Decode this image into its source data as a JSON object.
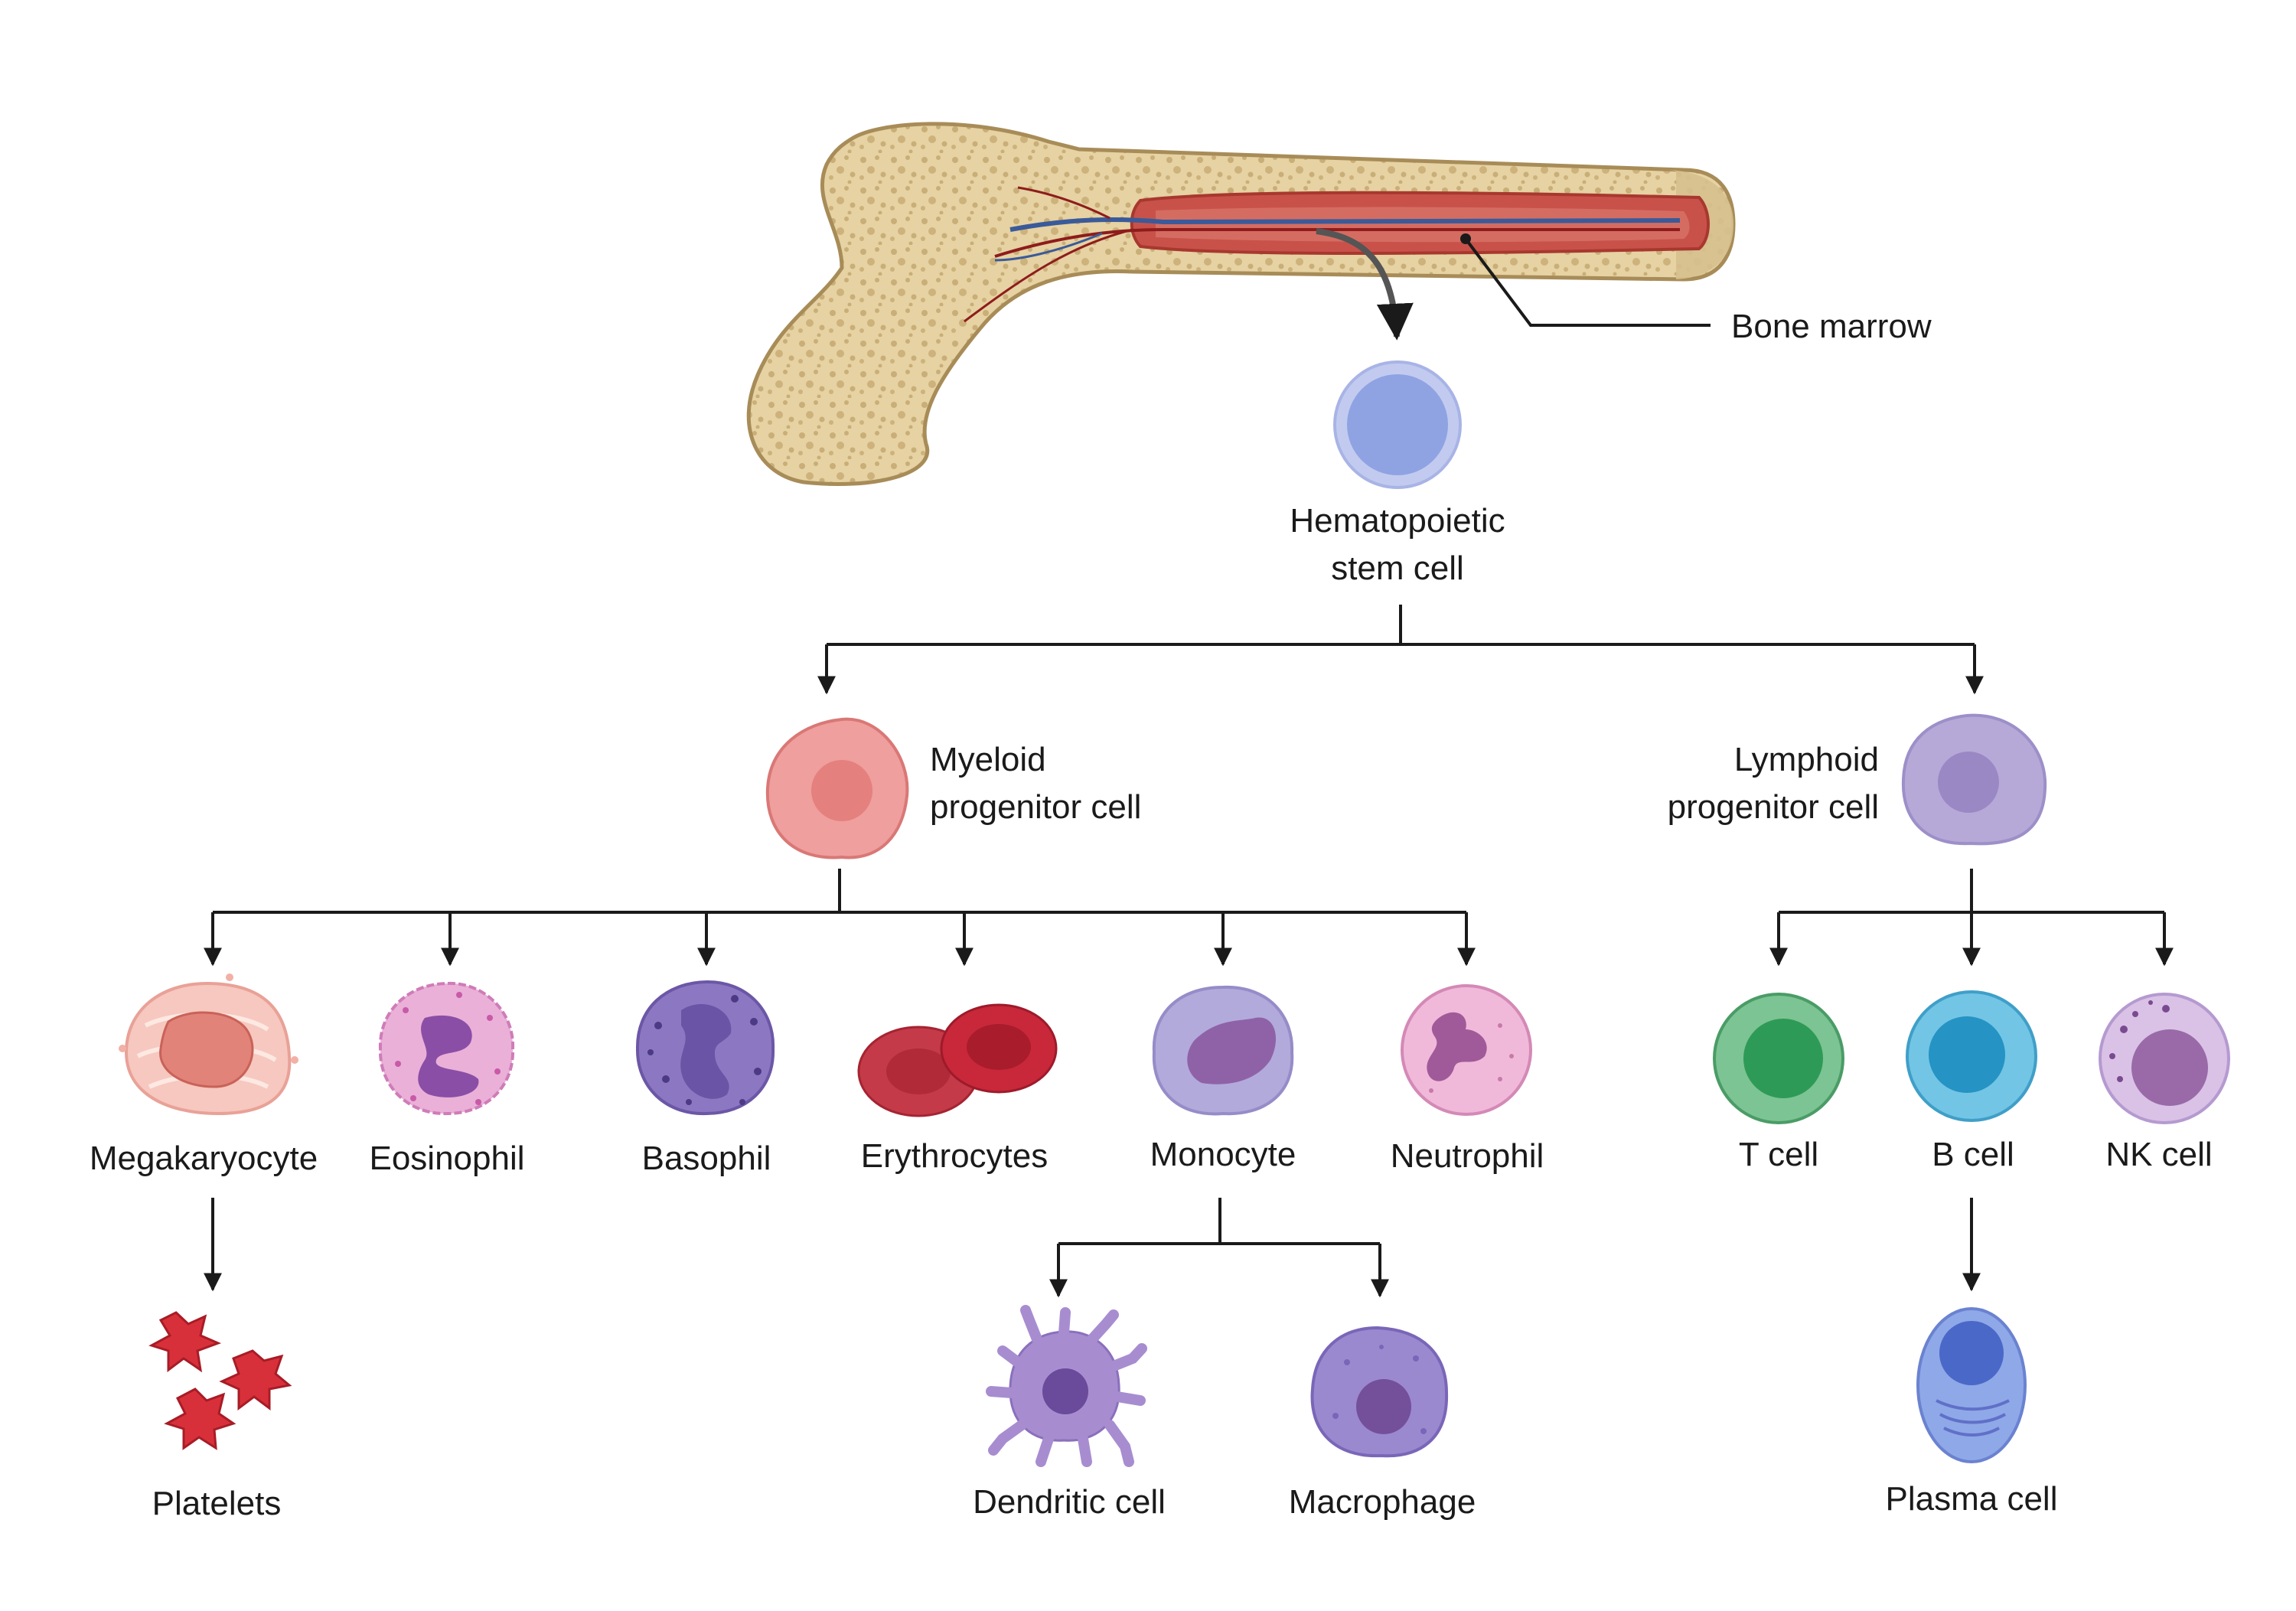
{
  "labels": {
    "bone_marrow": "Bone marrow",
    "hsc_line1": "Hematopoietic",
    "hsc_line2": "stem cell",
    "myeloid_line1": "Myeloid",
    "myeloid_line2": "progenitor cell",
    "lymphoid_line1": "Lymphoid",
    "lymphoid_line2": "progenitor cell",
    "megakaryocyte": "Megakaryocyte",
    "eosinophil": "Eosinophil",
    "basophil": "Basophil",
    "erythrocytes": "Erythrocytes",
    "monocyte": "Monocyte",
    "neutrophil": "Neutrophil",
    "t_cell": "T cell",
    "b_cell": "B cell",
    "nk_cell": "NK cell",
    "platelets": "Platelets",
    "dendritic_cell": "Dendritic cell",
    "macrophage": "Macrophage",
    "plasma_cell": "Plasma cell"
  },
  "colors": {
    "bone": "#e8d5a8",
    "bone_outline": "#b89a64",
    "marrow": "#c8524a",
    "line": "#1a1a1a",
    "hsc": "#8fa3e3",
    "myeloid": "#ee9a98",
    "lymphoid": "#b4a7d6",
    "megakaryocyte": "#f2b0a6",
    "eosinophil": "#e8a8d4",
    "basophil": "#8a74c0",
    "erythrocyte": "#c8283a",
    "monocyte": "#b0a8d8",
    "neutrophil": "#f0b8d8",
    "t_cell": "#7cc493",
    "b_cell": "#6fc3e3",
    "nk_cell": "#d6bde3",
    "platelet": "#d8303a",
    "dendritic": "#a78dd0",
    "macrophage": "#9a86cf",
    "plasma": "#8fa8e8"
  }
}
